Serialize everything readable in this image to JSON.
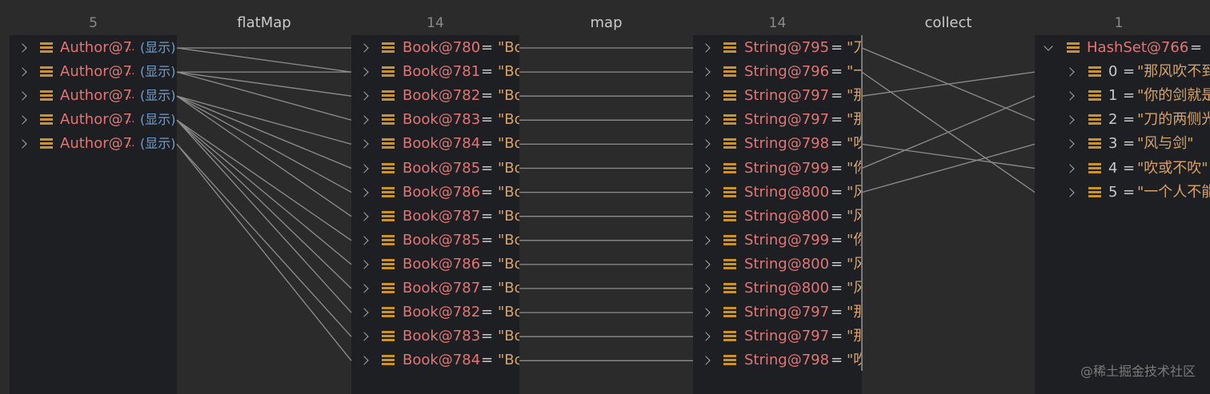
{
  "columns": [
    {
      "count": "5"
    },
    {
      "count": "14"
    },
    {
      "count": "14"
    },
    {
      "count": "1"
    }
  ],
  "operations": [
    "flatMap",
    "map",
    "collect"
  ],
  "authors": [
    {
      "name": "Author@7",
      "suffix": "...",
      "action": "(显示)"
    },
    {
      "name": "Author@7",
      "suffix": "...",
      "action": "(显示)"
    },
    {
      "name": "Author@7",
      "suffix": "...",
      "action": "(显示)"
    },
    {
      "name": "Author@7",
      "suffix": "...",
      "action": "(显示)"
    },
    {
      "name": "Author@7",
      "suffix": "...",
      "action": "(显示)"
    }
  ],
  "books": [
    {
      "name": "Book@780",
      "eq": "=",
      "value": "\"Bo"
    },
    {
      "name": "Book@781",
      "eq": "=",
      "value": "\"Bo"
    },
    {
      "name": "Book@782",
      "eq": "=",
      "value": "\"Bo"
    },
    {
      "name": "Book@783",
      "eq": "=",
      "value": "\"Bo"
    },
    {
      "name": "Book@784",
      "eq": "=",
      "value": "\"Bo"
    },
    {
      "name": "Book@785",
      "eq": "=",
      "value": "\"Bo"
    },
    {
      "name": "Book@786",
      "eq": "=",
      "value": "\"Bo"
    },
    {
      "name": "Book@787",
      "eq": "=",
      "value": "\"Bo"
    },
    {
      "name": "Book@785",
      "eq": "=",
      "value": "\"Bo"
    },
    {
      "name": "Book@786",
      "eq": "=",
      "value": "\"Bo"
    },
    {
      "name": "Book@787",
      "eq": "=",
      "value": "\"Bo"
    },
    {
      "name": "Book@782",
      "eq": "=",
      "value": "\"Bo"
    },
    {
      "name": "Book@783",
      "eq": "=",
      "value": "\"Bo"
    },
    {
      "name": "Book@784",
      "eq": "=",
      "value": "\"Bo"
    }
  ],
  "strings": [
    {
      "name": "String@795",
      "eq": "=",
      "value": "\"刀"
    },
    {
      "name": "String@796",
      "eq": "=",
      "value": "\"一"
    },
    {
      "name": "String@797",
      "eq": "=",
      "value": "\"那"
    },
    {
      "name": "String@797",
      "eq": "=",
      "value": "\"那"
    },
    {
      "name": "String@798",
      "eq": "=",
      "value": "\"吹"
    },
    {
      "name": "String@799",
      "eq": "=",
      "value": "\"你"
    },
    {
      "name": "String@800",
      "eq": "=",
      "value": "\"风"
    },
    {
      "name": "String@800",
      "eq": "=",
      "value": "\"风"
    },
    {
      "name": "String@799",
      "eq": "=",
      "value": "\"你"
    },
    {
      "name": "String@800",
      "eq": "=",
      "value": "\"风"
    },
    {
      "name": "String@800",
      "eq": "=",
      "value": "\"风"
    },
    {
      "name": "String@797",
      "eq": "=",
      "value": "\"那"
    },
    {
      "name": "String@797",
      "eq": "=",
      "value": "\"那"
    },
    {
      "name": "String@798",
      "eq": "=",
      "value": "\"吹"
    }
  ],
  "hashset": {
    "name": "HashSet@766",
    "eq": "=",
    "items": [
      {
        "index": "0",
        "eq": "=",
        "value": "\"那风吹不到"
      },
      {
        "index": "1",
        "eq": "=",
        "value": "\"你的剑就是"
      },
      {
        "index": "2",
        "eq": "=",
        "value": "\"刀的两侧光"
      },
      {
        "index": "3",
        "eq": "=",
        "value": "\"风与剑\""
      },
      {
        "index": "4",
        "eq": "=",
        "value": "\"吹或不吹\""
      },
      {
        "index": "5",
        "eq": "=",
        "value": "\"一个人不能"
      }
    ]
  },
  "watermark": "@稀土掘金技术社区"
}
